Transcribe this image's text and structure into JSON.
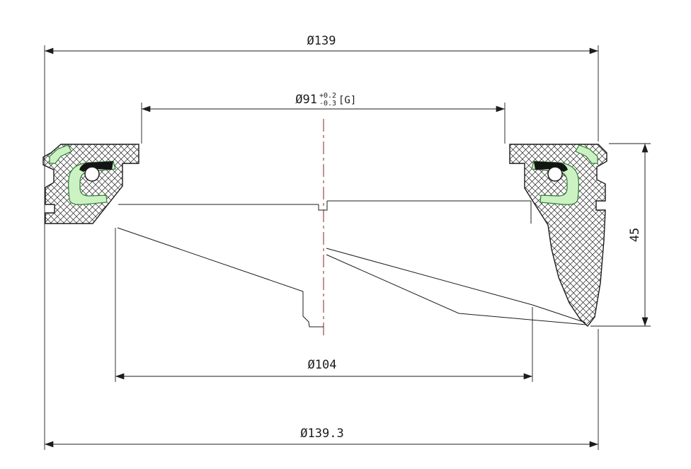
{
  "drawing": {
    "dimensions": {
      "top_diameter": "Ø139",
      "inner_diameter_main": "Ø91",
      "inner_diameter_tol_upper": "+0.2",
      "inner_diameter_tol_lower": "-0.3",
      "inner_diameter_suffix": "[G]",
      "mid_diameter": "Ø104",
      "bottom_diameter": "Ø139.3",
      "height": "45"
    },
    "colors": {
      "line": "#1c1c1c",
      "centerline": "#993333",
      "seal_fill": "#ccf2c4",
      "seal_stroke": "#2f7d32",
      "hatch": "#1c1c1c",
      "background": "#ffffff"
    }
  }
}
